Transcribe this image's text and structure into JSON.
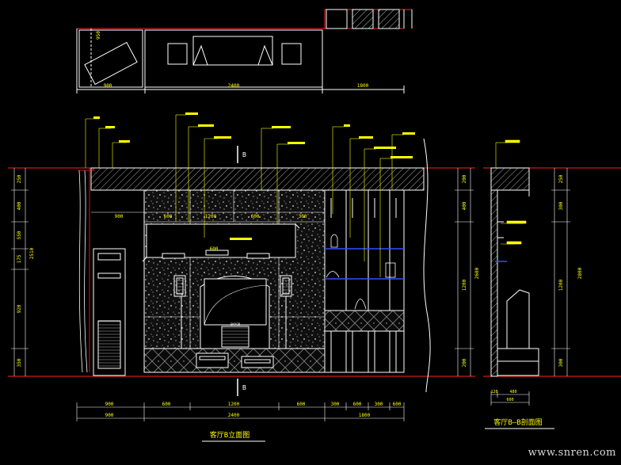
{
  "titles": {
    "elevation": "客厅B立面图",
    "section": "客厅B—B剖面图"
  },
  "watermark": "www.snren.com",
  "tv_brand": "SKYCN",
  "section_marks": [
    "B",
    "B"
  ],
  "dims": {
    "plan_bottom": [
      "900",
      "2400",
      "1800"
    ],
    "plan_left": "950",
    "elev_bottom_row1": [
      "900",
      "600",
      "1200",
      "600",
      "300",
      "600",
      "300",
      "600"
    ],
    "elev_bottom_row2": [
      "900",
      "2400",
      "1800"
    ],
    "elev_left": [
      "250",
      "400",
      "550",
      "175",
      "920",
      "350",
      "2510"
    ],
    "elev_right": [
      "200",
      "400",
      "1200",
      "2600",
      "200"
    ],
    "sec_bottom": [
      "120",
      "480",
      "600"
    ],
    "sec_right": [
      "250",
      "300",
      "1200",
      "2800",
      "300"
    ],
    "elev_inner": [
      "900",
      "600",
      "1200",
      "600",
      "300",
      "600"
    ]
  },
  "colors": {
    "bg": "#000000",
    "line": "#ffffff",
    "red": "#ff2020",
    "yellow": "#ffff00",
    "green": "#00ff66",
    "blue": "#3050ff",
    "hatch": "#bbbbbb"
  }
}
